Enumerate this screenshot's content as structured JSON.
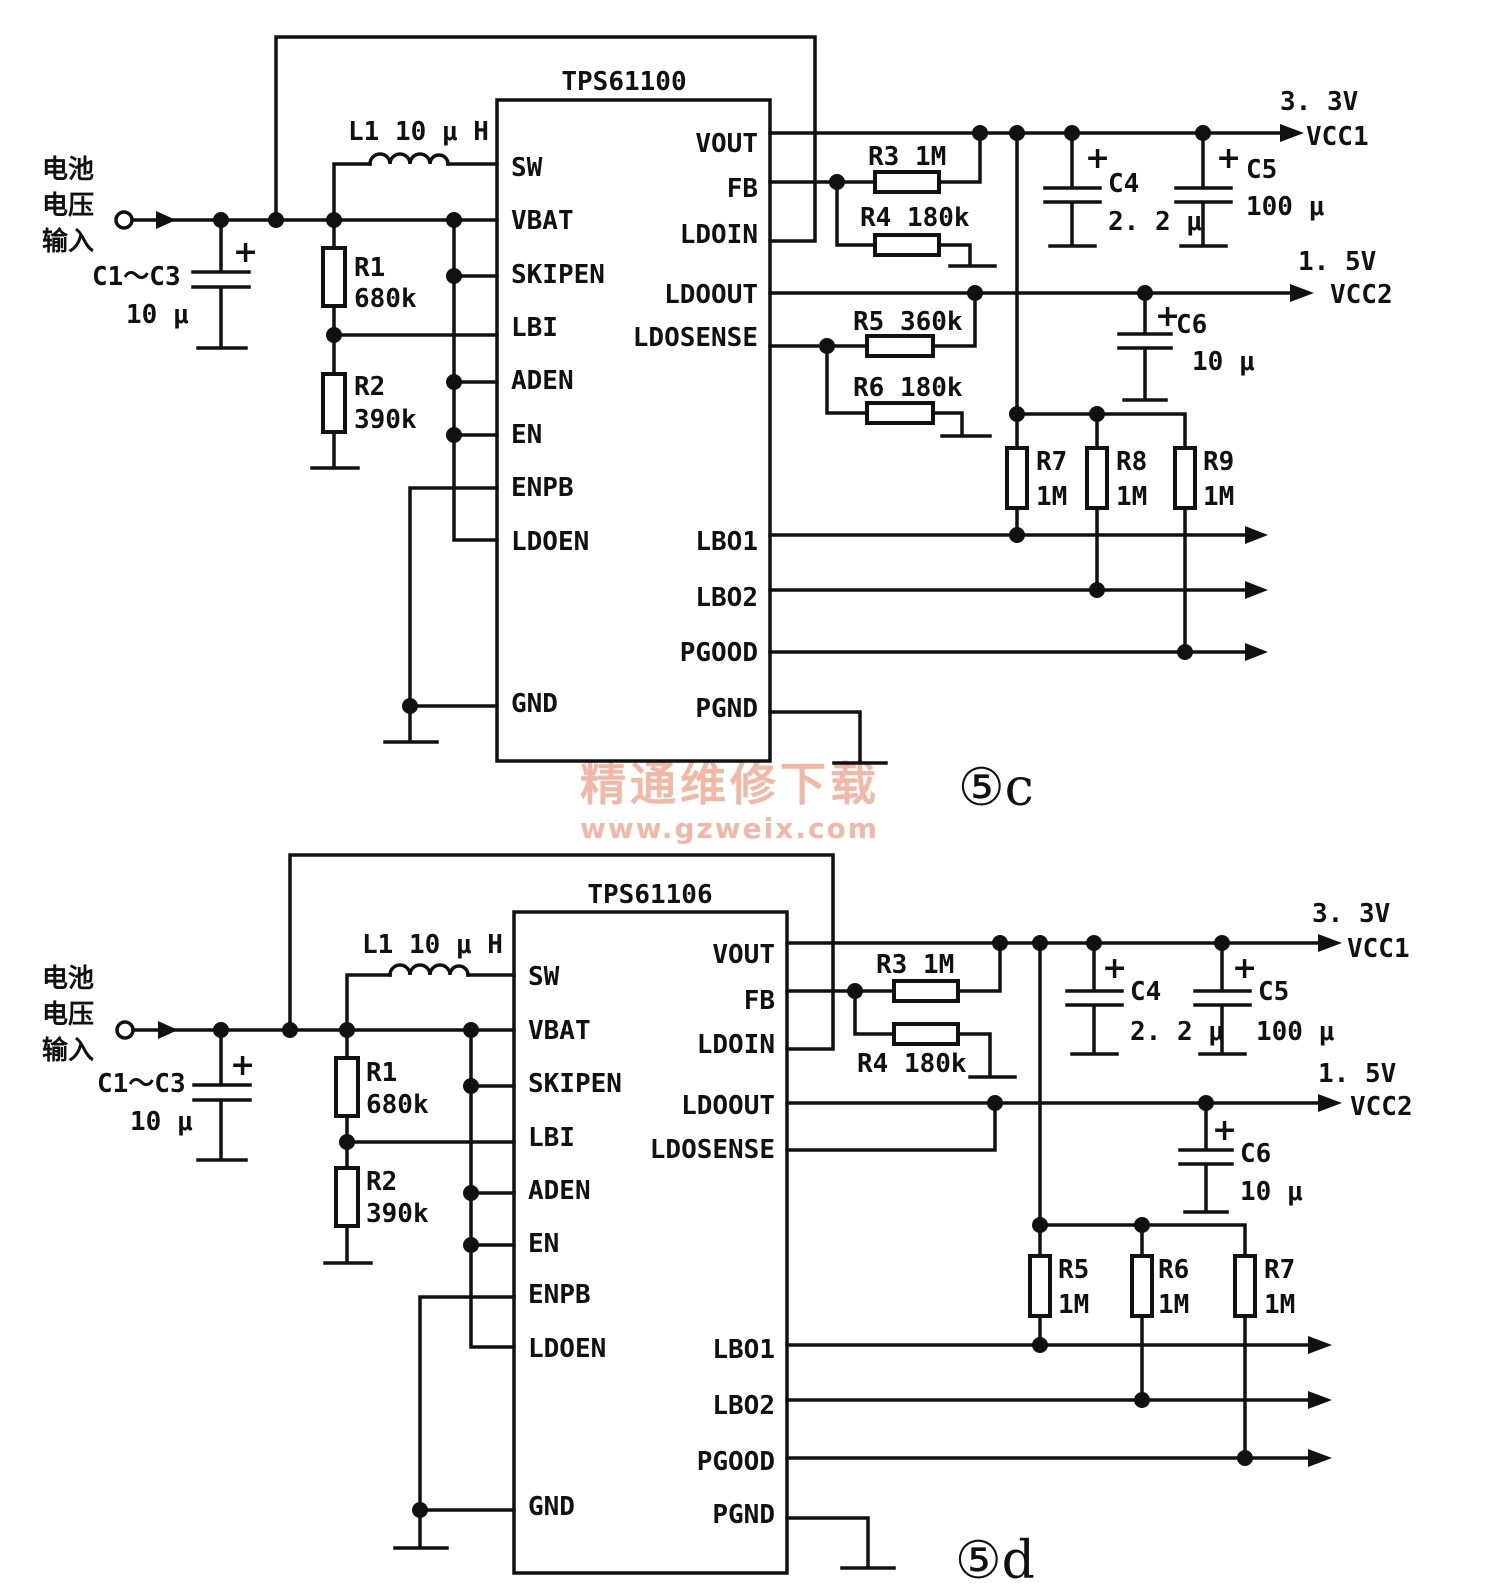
{
  "watermark": {
    "name": "精通维修下载",
    "url": "www.gzweix.com"
  },
  "circuit_c": {
    "figure_label": "⑤c",
    "chip": "TPS61100",
    "input_label": [
      "电池",
      "电压",
      "输入"
    ],
    "input_cap": {
      "name": "C1～C3",
      "value": "10 μ"
    },
    "left_pins": [
      "SW",
      "VBAT",
      "SKIPEN",
      "LBI",
      "ADEN",
      "EN",
      "ENPB",
      "LDOEN",
      "GND"
    ],
    "right_pins": [
      "VOUT",
      "FB",
      "LDOIN",
      "LDOOUT",
      "LDOSENSE",
      "LBO1",
      "LBO2",
      "PGOOD",
      "PGND"
    ],
    "inductor": "L1  10 μ H",
    "r1": {
      "name": "R1",
      "value": "680k"
    },
    "r2": {
      "name": "R2",
      "value": "390k"
    },
    "r3": "R3  1M",
    "r4": "R4  180k",
    "r5": "R5  360k",
    "r6": "R6  180k",
    "r7": {
      "name": "R7",
      "value": "1M"
    },
    "r8": {
      "name": "R8",
      "value": "1M"
    },
    "r9": {
      "name": "R9",
      "value": "1M"
    },
    "c4": {
      "name": "C4",
      "value": "2. 2 μ"
    },
    "c5": {
      "name": "C5",
      "value": "100 μ"
    },
    "c6": {
      "name": "C6",
      "value": "10 μ"
    },
    "out1": {
      "voltage": "3. 3V",
      "name": "VCC1"
    },
    "out2": {
      "voltage": "1. 5V",
      "name": "VCC2"
    }
  },
  "circuit_d": {
    "figure_label": "⑤d",
    "chip": "TPS61106",
    "input_label": [
      "电池",
      "电压",
      "输入"
    ],
    "input_cap": {
      "name": "C1～C3",
      "value": "10 μ"
    },
    "left_pins": [
      "SW",
      "VBAT",
      "SKIPEN",
      "LBI",
      "ADEN",
      "EN",
      "ENPB",
      "LDOEN",
      "GND"
    ],
    "right_pins": [
      "VOUT",
      "FB",
      "LDOIN",
      "LDOOUT",
      "LDOSENSE",
      "LBO1",
      "LBO2",
      "PGOOD",
      "PGND"
    ],
    "inductor": "L1  10 μ H",
    "r1": {
      "name": "R1",
      "value": "680k"
    },
    "r2": {
      "name": "R2",
      "value": "390k"
    },
    "r3": "R3  1M",
    "r4": "R4  180k",
    "r5": {
      "name": "R5",
      "value": "1M"
    },
    "r6": {
      "name": "R6",
      "value": "1M"
    },
    "r7": {
      "name": "R7",
      "value": "1M"
    },
    "c4": {
      "name": "C4",
      "value": "2. 2 μ"
    },
    "c5": {
      "name": "C5",
      "value": "100 μ"
    },
    "c6": {
      "name": "C6",
      "value": "10 μ"
    },
    "out1": {
      "voltage": "3. 3V",
      "name": "VCC1"
    },
    "out2": {
      "voltage": "1. 5V",
      "name": "VCC2"
    }
  }
}
